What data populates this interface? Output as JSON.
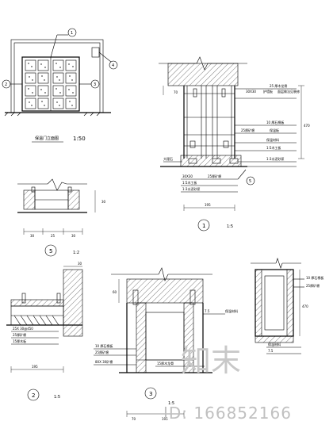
{
  "drawing": {
    "elevation": {
      "title": "保温门立面图",
      "scale": "1:50",
      "callouts": [
        "1",
        "4",
        "2",
        "3"
      ]
    },
    "detail1": {
      "marker": "1",
      "scale": "1:5",
      "notes": [
        "25 厚木龙骨",
        "30X30",
        "护墙板",
        "面层做法见装修",
        "10 厚石棉板",
        "25厚矿棉",
        "保温板",
        "保温材料",
        "1:5木工板",
        "1:3水泥砂浆",
        "大理石",
        "5"
      ],
      "dims": [
        "70",
        "470",
        "195"
      ]
    },
    "detail5": {
      "marker": "5",
      "scale": "1:2",
      "dims": [
        "30",
        "25",
        "30",
        "30"
      ]
    },
    "detail2": {
      "marker": "2",
      "scale": "1:5",
      "notes": [
        "25X 30@450",
        "25厚矿棉",
        "15厚木板"
      ],
      "dims": [
        "30",
        "195"
      ]
    },
    "detail3": {
      "marker": "3",
      "scale": "1:5",
      "notes": [
        "10 厚石棉板",
        "25厚矿棉",
        "80X 30矿棉",
        "15厚木龙骨",
        "保温材料"
      ],
      "dims": [
        "60",
        "7.5",
        "70",
        "195"
      ]
    },
    "detail4": {
      "notes": [
        "10 厚石棉板",
        "25厚矿棉",
        "保温材料"
      ],
      "dims": [
        "470",
        "7.5"
      ]
    }
  },
  "watermark": {
    "brand": "知末",
    "id_text": "ID: 166852166"
  }
}
